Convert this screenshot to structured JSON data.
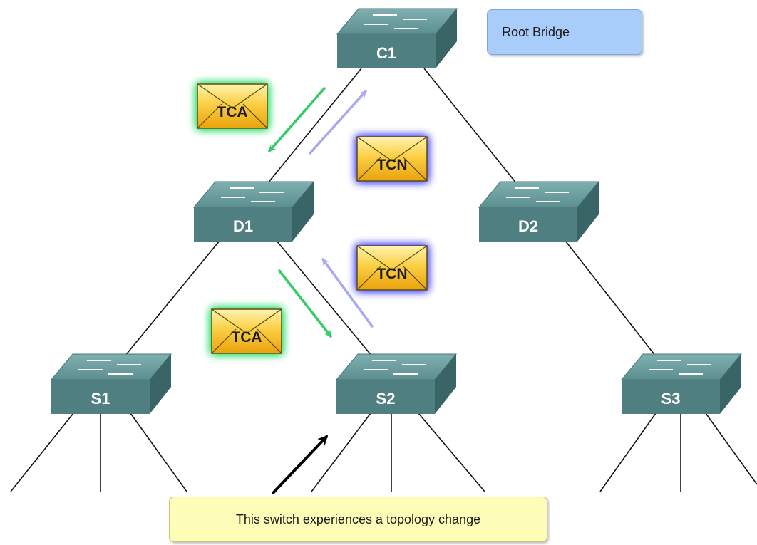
{
  "callouts": {
    "root_bridge": "Root Bridge",
    "topology_note": "This switch experiences a topology change"
  },
  "switches": [
    {
      "id": "c1",
      "label": "C1"
    },
    {
      "id": "d1",
      "label": "D1"
    },
    {
      "id": "d2",
      "label": "D2"
    },
    {
      "id": "s1",
      "label": "S1"
    },
    {
      "id": "s2",
      "label": "S2"
    },
    {
      "id": "s3",
      "label": "S3"
    }
  ],
  "messages": [
    {
      "id": "tca-upper",
      "label": "TCA",
      "glow": "#22dd66"
    },
    {
      "id": "tcn-upper",
      "label": "TCN",
      "glow": "#4444ff"
    },
    {
      "id": "tcn-lower",
      "label": "TCN",
      "glow": "#4444ff"
    },
    {
      "id": "tca-lower",
      "label": "TCA",
      "glow": "#22dd66"
    }
  ],
  "colors": {
    "switch_front": "#4f7f80",
    "switch_top": "#6f9fa0",
    "switch_side": "#3a6566",
    "envelope": "#f7bc1a",
    "tca_arrow": "#33cc66",
    "tcn_arrow": "#a9a9f2"
  }
}
